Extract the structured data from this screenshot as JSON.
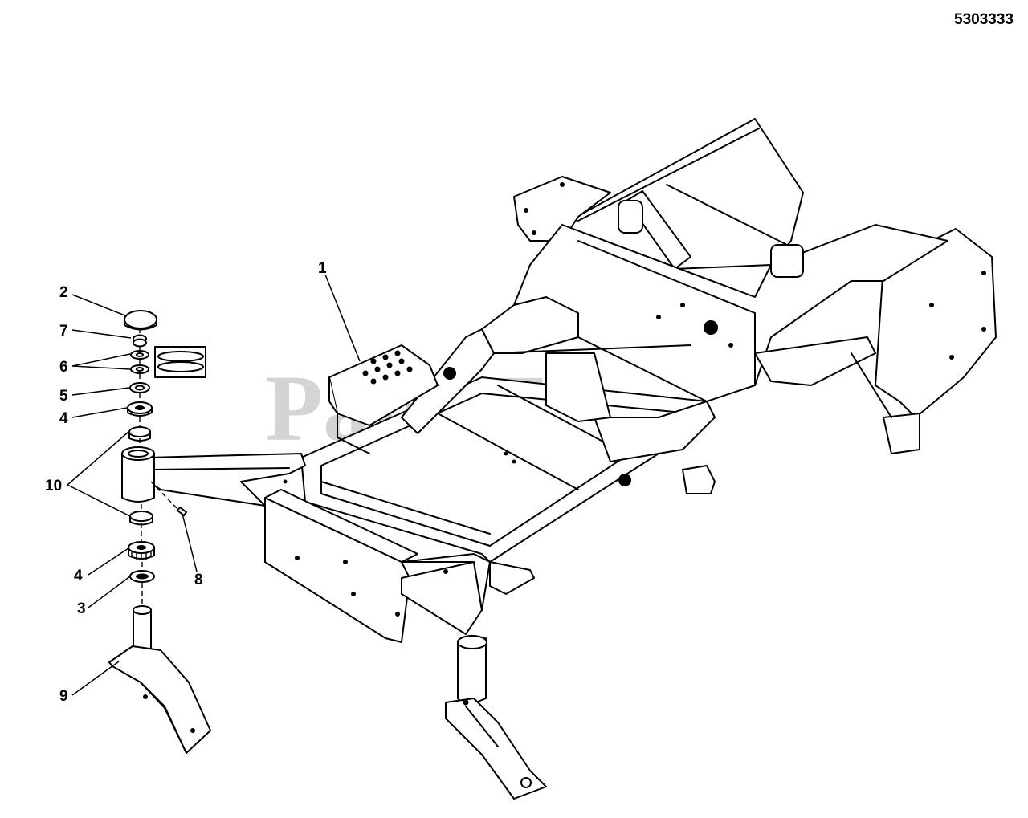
{
  "diagram": {
    "doc_number": "5303333",
    "watermark": "PartsTree",
    "callouts": {
      "c1": "1",
      "c2": "2",
      "c3": "3",
      "c4a": "4",
      "c4b": "4",
      "c5": "5",
      "c6": "6",
      "c7": "7",
      "c8": "8",
      "c9": "9",
      "c10": "10"
    }
  }
}
